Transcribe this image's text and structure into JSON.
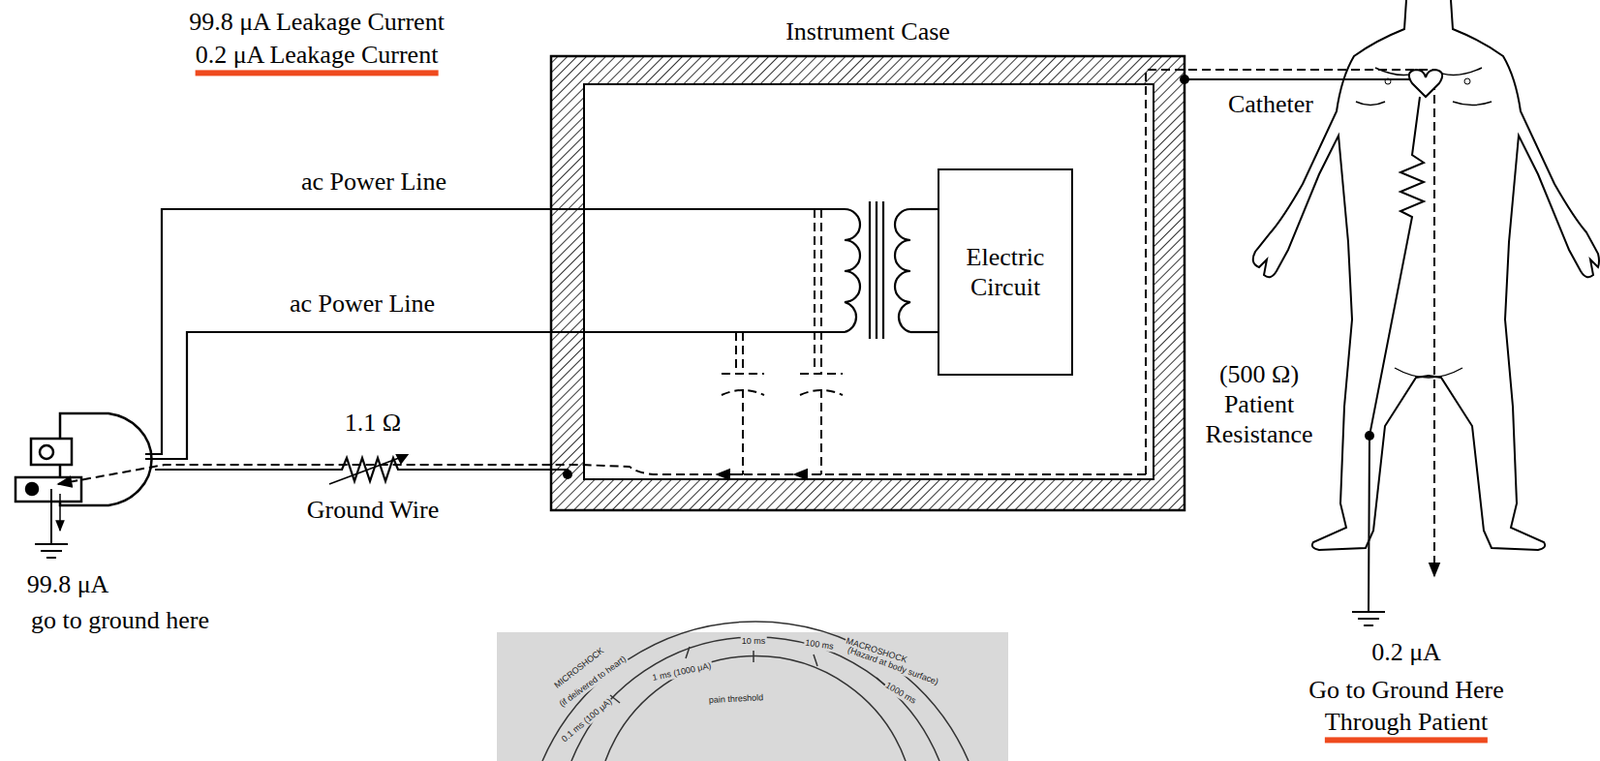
{
  "diagram": {
    "nodes": [
      {
        "text": [
          "Instrument Case"
        ]
      },
      {
        "text": [
          "Electric Circuit"
        ],
        "in": 0
      }
    ],
    "labels": [
      "99.8 μA Leakage Current",
      "0.2 μA Leakage Current",
      "ac Power Line",
      "ac Power Line",
      "1.1 Ω",
      "Ground Wire",
      "99.8 μA",
      "go to ground here",
      "Catheter",
      "(500 Ω) Patient Resistance",
      "0.2 μA",
      "Go to Ground Here",
      "Through Patient",
      "MICROSHOCK",
      "(if delivered to heart)",
      "MACROSHOCK",
      "(Hazard at body surface)",
      "1 ms (1000 μA)",
      "10 ms",
      "100 ms",
      "1000 ms",
      "0.1 ms (100 μA)",
      "pain threshold"
    ]
  }
}
